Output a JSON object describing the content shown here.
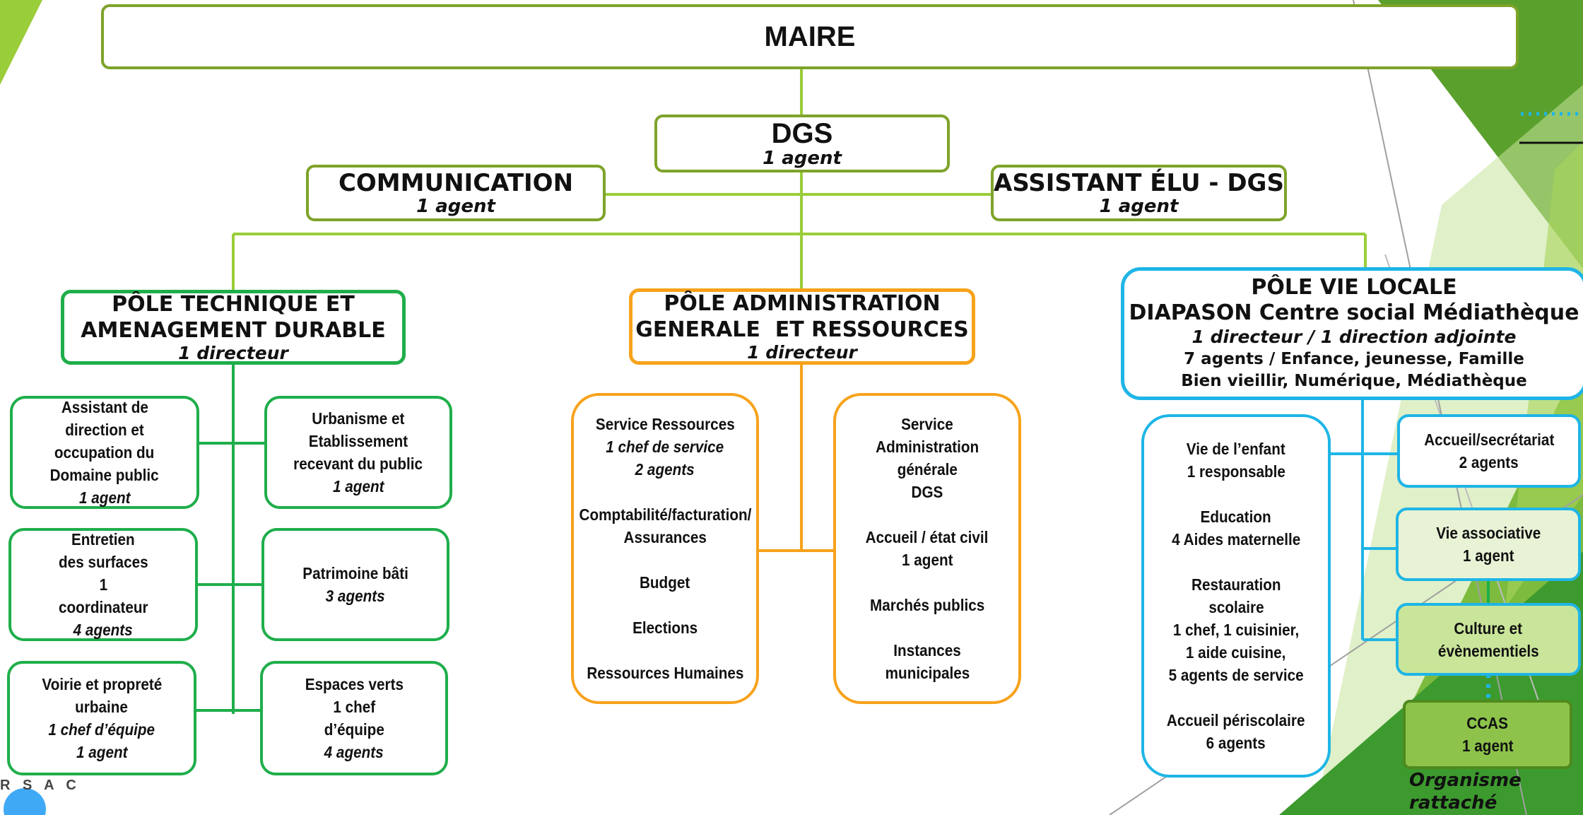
{
  "colors": {
    "olive": "#7ea32a",
    "green": "#1fae4b",
    "orange": "#f7a21b",
    "cyan": "#1eb5e6",
    "lime": "#9acd3a"
  },
  "maire": {
    "title": "MAIRE"
  },
  "dgs": {
    "title": "DGS",
    "sub": "1 agent"
  },
  "communication": {
    "title": "COMMUNICATION",
    "sub": "1 agent"
  },
  "assistant_elu": {
    "title": "ASSISTANT ÉLU - DGS",
    "sub": "1 agent"
  },
  "pole_technique": {
    "title1": "PÔLE TECHNIQUE ET",
    "title2": "AMENAGEMENT DURABLE",
    "sub": "1 directeur",
    "services": {
      "assistant": [
        "Assistant de",
        "direction et",
        "occupation du",
        "Domaine public",
        "1 agent"
      ],
      "urbanisme": [
        "Urbanisme et",
        "Etablissement",
        "recevant du public",
        "1 agent"
      ],
      "entretien": [
        "Entretien",
        "des surfaces",
        "1",
        "coordinateur",
        "4 agents"
      ],
      "patrimoine": [
        "Patrimoine bâti",
        "3 agents"
      ],
      "voirie": [
        "Voirie et propreté",
        "urbaine",
        "1 chef d’équipe",
        "1 agent"
      ],
      "espaces": [
        "Espaces verts",
        "1 chef",
        "d’équipe",
        "4 agents"
      ]
    }
  },
  "pole_admin": {
    "title1": "PÔLE ADMINISTRATION",
    "title2": "GENERALE  ET RESSOURCES",
    "sub": "1 directeur",
    "ressources": [
      "Service Ressources",
      "1 chef de service",
      "2 agents",
      "",
      "Comptabilité/facturation/",
      "Assurances",
      "",
      "Budget",
      "",
      "Elections",
      "",
      "Ressources Humaines"
    ],
    "administration": [
      "Service",
      "Administration",
      "générale",
      "DGS",
      "",
      "Accueil / état civil",
      "1 agent",
      "",
      "Marchés publics",
      "",
      "Instances",
      "municipales"
    ]
  },
  "pole_vie": {
    "title1": "PÔLE VIE LOCALE",
    "title2": "DIAPASON Centre social Médiathèque",
    "sub": "1 directeur / 1 direction adjointe",
    "line4": "7 agents / Enfance, jeunesse, Famille",
    "line5": "Bien vieillir, Numérique, Médiathèque",
    "enfant": [
      "Vie de l’enfant",
      "1 responsable",
      "",
      "Education",
      "4 Aides maternelle",
      "",
      "Restauration",
      "scolaire",
      "1 chef, 1 cuisinier,",
      "1 aide cuisine,",
      "5 agents de service",
      "",
      "Accueil périscolaire",
      "6 agents"
    ],
    "accueil": [
      "Accueil/secrétariat",
      "2 agents"
    ],
    "associative": [
      "Vie associative",
      "1 agent"
    ],
    "culture": [
      "Culture et",
      "évènementiels"
    ],
    "ccas": [
      "CCAS",
      "1 agent"
    ],
    "organisme": [
      "Organisme",
      "rattaché"
    ]
  },
  "logo": {
    "text": "R S A C"
  }
}
